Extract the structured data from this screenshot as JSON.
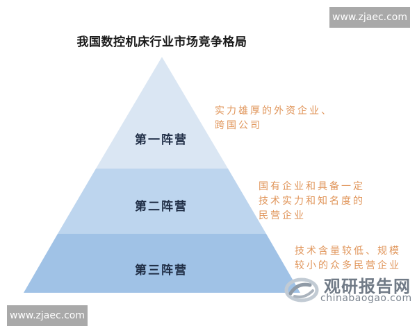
{
  "title": "我国数控机床行业市场竞争格局",
  "watermarks": {
    "top_right": "www.zjaec.com",
    "bottom_left": "www.zjaec.com"
  },
  "logo": {
    "icon": "chinabaogao-swirl-icon",
    "name_cn": "观研报告网",
    "name_en": "chinabaogao.com"
  },
  "tiers": [
    {
      "label": "第一阵营",
      "description_lines": [
        "实力雄厚的外资企业、",
        "跨国公司"
      ],
      "color": "#dae6f3"
    },
    {
      "label": "第二阵营",
      "description_lines": [
        "国有企业和具备一定",
        "技术实力和知名度的",
        "民营企业"
      ],
      "color": "#bdd5ee"
    },
    {
      "label": "第三阵营",
      "description_lines": [
        "技术含量较低、规模",
        "较小的众多民营企业"
      ],
      "color": "#a0c2e6"
    }
  ],
  "colors": {
    "description_text": "#e0955a",
    "tier_label_text": "#1f2d45",
    "watermark_bg": "#a9a9a9"
  }
}
